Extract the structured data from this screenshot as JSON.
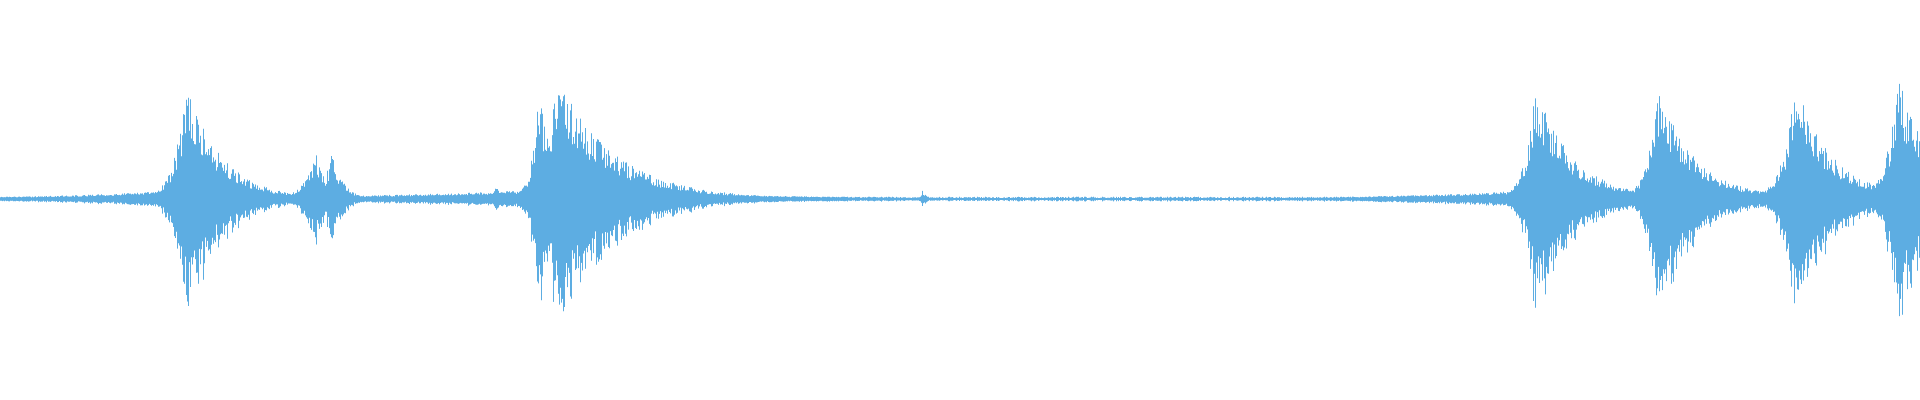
{
  "waveform": {
    "color": "#5DADE2",
    "background": "#FFFFFF",
    "duration_fraction_max": 1.0,
    "bursts": [
      {
        "pos": 0.0969,
        "amp": 0.94,
        "decay": 0.018,
        "spread": 0.01
      },
      {
        "pos": 0.164,
        "amp": 0.38,
        "decay": 0.006,
        "spread": 0.01
      },
      {
        "pos": 0.1725,
        "amp": 0.36,
        "decay": 0.006,
        "spread": 0.008
      },
      {
        "pos": 0.258,
        "amp": 0.14,
        "decay": 0.003,
        "spread": 0.002
      },
      {
        "pos": 0.28,
        "amp": 0.8,
        "decay": 0.015,
        "spread": 0.006
      },
      {
        "pos": 0.2895,
        "amp": 0.97,
        "decay": 0.03,
        "spread": 0.01
      },
      {
        "pos": 0.48,
        "amp": 0.08,
        "decay": 0.002,
        "spread": 0.001
      },
      {
        "pos": 0.799,
        "amp": 0.9,
        "decay": 0.02,
        "spread": 0.008
      },
      {
        "pos": 0.8625,
        "amp": 0.9,
        "decay": 0.02,
        "spread": 0.008
      },
      {
        "pos": 0.9345,
        "amp": 0.92,
        "decay": 0.02,
        "spread": 0.01
      },
      {
        "pos": 0.9885,
        "amp": 0.96,
        "decay": 0.02,
        "spread": 0.01
      }
    ],
    "noise_floor": 0.012
  }
}
